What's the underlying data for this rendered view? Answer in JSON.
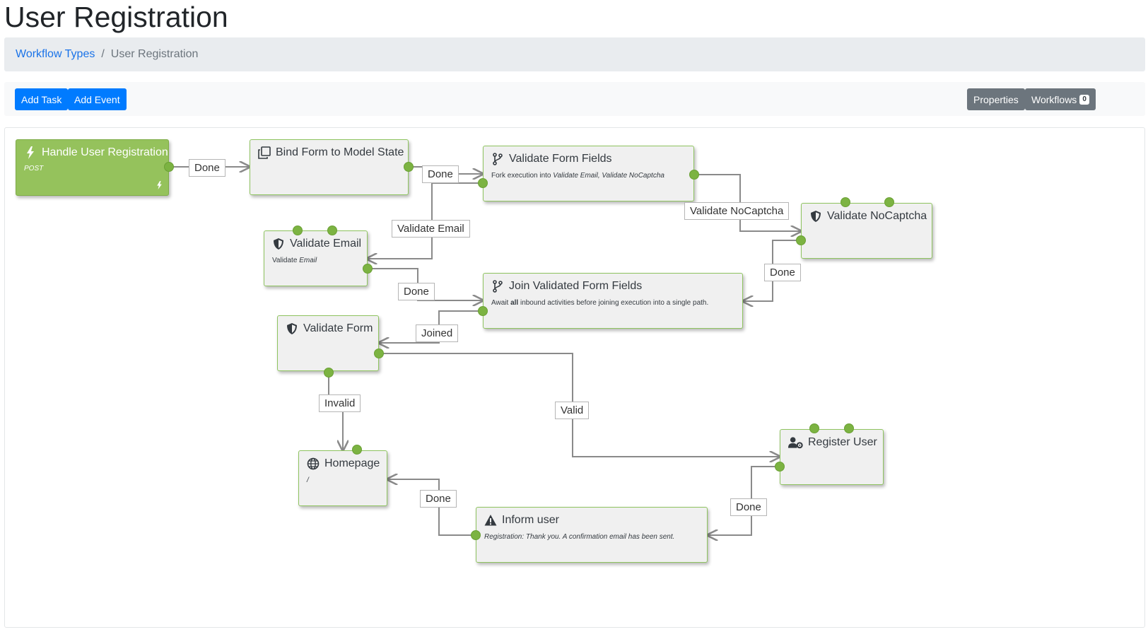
{
  "page": {
    "title": "User Registration"
  },
  "breadcrumb": {
    "items": [
      "Workflow Types",
      "User Registration"
    ],
    "separator": "/"
  },
  "toolbar": {
    "add_task": "Add Task",
    "add_event": "Add Event",
    "properties": "Properties",
    "workflows": "Workflows",
    "workflows_count": "0"
  },
  "colors": {
    "primary": "#007bff",
    "secondary": "#6c757d",
    "start_activity": "#95c25c",
    "endpoint": "#7cb342",
    "activity_border": "#8fc460"
  },
  "activities": {
    "handle_registration": {
      "title": "Handle User Registration",
      "method": "POST",
      "icon": "bolt-icon"
    },
    "bind_form": {
      "title": "Bind Form to Model State",
      "icon": "copy-icon"
    },
    "validate_form_fields": {
      "title": "Validate Form Fields",
      "desc_prefix": "Fork execution into ",
      "desc_branches": "Validate Email, Validate NoCaptcha",
      "icon": "fork-icon"
    },
    "validate_nocaptcha": {
      "title": "Validate NoCaptcha",
      "icon": "shield-icon"
    },
    "validate_email": {
      "title": "Validate Email",
      "desc_prefix": "Validate ",
      "desc_value": "Email",
      "icon": "shield-icon"
    },
    "join_fields": {
      "title": "Join Validated Form Fields",
      "desc_before": "Await ",
      "desc_bold": "all",
      "desc_after": " inbound activities before joining execution into a single path.",
      "icon": "fork-icon"
    },
    "validate_form": {
      "title": "Validate Form",
      "icon": "shield-icon"
    },
    "homepage": {
      "title": "Homepage",
      "desc": "/",
      "icon": "globe-icon"
    },
    "register_user": {
      "title": "Register User",
      "icon": "user-cog-icon"
    },
    "inform_user": {
      "title": "Inform user",
      "desc": "Registration: Thank you. A confirmation email has been sent.",
      "icon": "warning-icon"
    }
  },
  "edge_labels": {
    "handle_done": "Done",
    "bind_done": "Done",
    "validate_email_outcome": "Validate Email",
    "validate_nocaptcha_outcome": "Validate NoCaptcha",
    "email_done": "Done",
    "nocaptcha_done": "Done",
    "joined": "Joined",
    "invalid": "Invalid",
    "valid": "Valid",
    "inform_done": "Done",
    "register_done": "Done"
  }
}
